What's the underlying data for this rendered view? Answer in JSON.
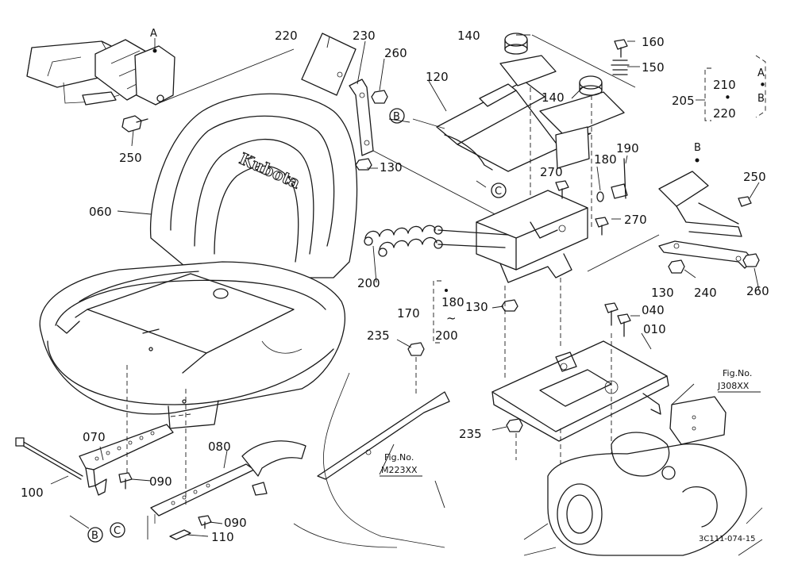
{
  "drawing_code": "3C111-074-15",
  "brand": "Kubota",
  "figure_refs": [
    {
      "label": "Fig.No.",
      "code": "J308XX"
    },
    {
      "label": "Fig.No.",
      "code": "M223XX"
    }
  ],
  "connectors": [
    "A",
    "B",
    "C"
  ],
  "part_numbers": {
    "p010": "010",
    "p040": "040",
    "p060": "060",
    "p070": "070",
    "p080": "080",
    "p090": "090",
    "p100": "100",
    "p110": "110",
    "p120": "120",
    "p130": "130",
    "p140": "140",
    "p150": "150",
    "p160": "160",
    "p170": "170",
    "p180": "180",
    "p190": "190",
    "p200": "200",
    "p205": "205",
    "p210": "210",
    "p220": "220",
    "p230": "230",
    "p235": "235",
    "p240": "240",
    "p250": "250",
    "p260": "260",
    "p270": "270"
  },
  "range_marks": {
    "tilde": "~",
    "dot": "•"
  }
}
